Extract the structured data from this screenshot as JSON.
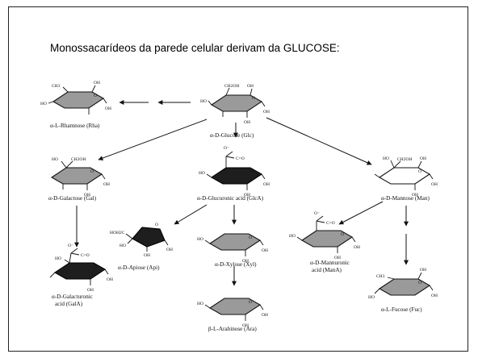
{
  "title": "Monossacarídeos da parede celular derivam da GLUCOSE:",
  "sugars": {
    "glucose": {
      "label": "α-D-Glucose (Glc)",
      "subs": [
        "CH2OH",
        "HO",
        "OH",
        "OH",
        "OH",
        "O"
      ]
    },
    "rhamnose": {
      "label": "α-L-Rhamnose (Rha)",
      "subs": [
        "CH3",
        "HO",
        "OH",
        "OH",
        "O"
      ]
    },
    "galactose": {
      "label": "α-D-Galactose (Gal)",
      "subs": [
        "HO",
        "CH2OH",
        "OH",
        "OH",
        "O"
      ]
    },
    "glucuronic": {
      "label": "α-D-Glucuronic acid (GlcA)",
      "subs": [
        "O⁻",
        "C=O",
        "HO",
        "OH",
        "OH",
        "O"
      ]
    },
    "mannose": {
      "label": "α-D-Mannose (Man)",
      "subs": [
        "HO",
        "CH2OH",
        "OH",
        "OH",
        "OH",
        "O"
      ]
    },
    "apiose": {
      "label": "α-D-Apiose (Api)",
      "subs": [
        "HOH2C",
        "HO",
        "OH",
        "OH",
        "O"
      ]
    },
    "xylose": {
      "label": "α-D-Xylose (Xyl)",
      "subs": [
        "HO",
        "OH",
        "OH",
        "O"
      ]
    },
    "mannuronic": {
      "label_line1": "α-D-Mannuronic",
      "label_line2": "acid (ManA)",
      "subs": [
        "O⁻",
        "C=O",
        "HO",
        "OH",
        "OH",
        "O"
      ]
    },
    "galacturonic": {
      "label_line1": "α-D-Galacturonic",
      "label_line2": "acid (GalA)",
      "subs": [
        "O⁻",
        "C=O",
        "HO",
        "OH",
        "OH",
        "O"
      ]
    },
    "fucose": {
      "label": "α-L-Fucose (Fuc)",
      "subs": [
        "CH3",
        "HO",
        "OH",
        "OH",
        "O"
      ]
    },
    "arabinose": {
      "label": "β-L-Arabinose (Ara)",
      "subs": [
        "HO",
        "OH",
        "OH",
        "O"
      ]
    }
  }
}
